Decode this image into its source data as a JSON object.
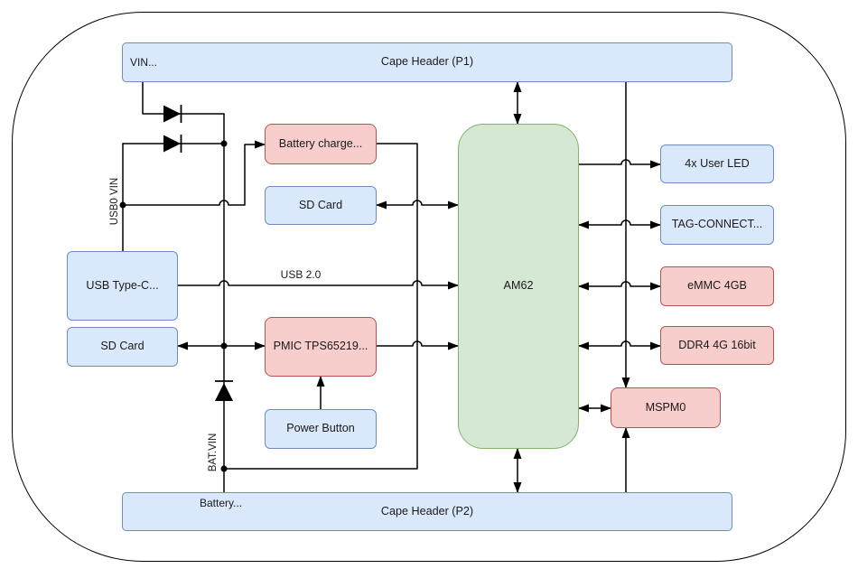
{
  "diagram": {
    "type": "block-diagram",
    "blocks": {
      "cape_header_p1": {
        "label": "Cape Header (P1)",
        "pin_label": "VIN...",
        "fill": "#dae8fc",
        "stroke": "#6c8ebf"
      },
      "cape_header_p2": {
        "label": "Cape Header (P2)",
        "pin_label": "Battery...",
        "fill": "#dae8fc",
        "stroke": "#6c8ebf"
      },
      "battery_charger": {
        "label": "Battery charge...",
        "fill": "#f8cecc",
        "stroke": "#b85450"
      },
      "sd_card_top": {
        "label": "SD Card",
        "fill": "#dae8fc",
        "stroke": "#6c8ebf"
      },
      "usb_type_c": {
        "label": "USB Type-C...",
        "fill": "#dae8fc",
        "stroke": "#6c8ebf"
      },
      "sd_card_left": {
        "label": "SD Card",
        "fill": "#dae8fc",
        "stroke": "#6c8ebf"
      },
      "pmic": {
        "label": "PMIC TPS65219...",
        "fill": "#f8cecc",
        "stroke": "#b85450"
      },
      "power_button": {
        "label": "Power Button",
        "fill": "#dae8fc",
        "stroke": "#6c8ebf"
      },
      "am62": {
        "label": "AM62",
        "fill": "#d5e8d4",
        "stroke": "#82b366"
      },
      "user_led": {
        "label": "4x User LED",
        "fill": "#dae8fc",
        "stroke": "#6c8ebf"
      },
      "tag_connect": {
        "label": "TAG-CONNECT...",
        "fill": "#dae8fc",
        "stroke": "#6c8ebf"
      },
      "emmc": {
        "label": "eMMC 4GB",
        "fill": "#f8cecc",
        "stroke": "#b85450"
      },
      "ddr4": {
        "label": "DDR4 4G 16bit",
        "fill": "#f8cecc",
        "stroke": "#b85450"
      },
      "mspm0": {
        "label": "MSPM0",
        "fill": "#f8cecc",
        "stroke": "#b85450"
      }
    },
    "net_labels": {
      "usb0_vin": "USB0 VIN",
      "bat_vin": "BAT.VIN",
      "usb2": "USB 2.0"
    },
    "connections": [
      {
        "from": "Cape Header (P1) VIN",
        "via": "diode",
        "to": "power rail",
        "arrows": "none"
      },
      {
        "from": "USB0 VIN",
        "via": "diode",
        "to": "power rail",
        "arrows": "none"
      },
      {
        "from": "USB0 VIN",
        "to": "USB Type-C...",
        "arrows": "none"
      },
      {
        "from": "USB0 VIN",
        "to": "Battery charge...",
        "arrows": "end"
      },
      {
        "from": "Battery charge...",
        "to": "BAT.VIN",
        "arrows": "none"
      },
      {
        "from": "BAT.VIN",
        "via": "diode",
        "to": "power rail",
        "arrows": "none"
      },
      {
        "from": "BAT.VIN",
        "to": "Cape Header (P2)",
        "arrows": "none"
      },
      {
        "from": "AM62",
        "to": "SD Card (upper)",
        "arrows": "both"
      },
      {
        "from": "USB Type-C...",
        "to": "AM62",
        "label": "USB 2.0",
        "arrows": "end"
      },
      {
        "from": "power rail",
        "to": "SD Card (left)",
        "arrows": "end"
      },
      {
        "from": "power rail",
        "to": "PMIC TPS65219...",
        "arrows": "end"
      },
      {
        "from": "PMIC TPS65219...",
        "to": "AM62",
        "arrows": "end"
      },
      {
        "from": "Power Button",
        "to": "PMIC TPS65219...",
        "arrows": "end"
      },
      {
        "from": "AM62",
        "to": "Cape Header (P1)",
        "arrows": "both"
      },
      {
        "from": "AM62",
        "to": "Cape Header (P2)",
        "arrows": "both"
      },
      {
        "from": "AM62",
        "to": "4x User LED",
        "arrows": "end"
      },
      {
        "from": "AM62",
        "to": "TAG-CONNECT...",
        "arrows": "both"
      },
      {
        "from": "AM62",
        "to": "eMMC 4GB",
        "arrows": "both"
      },
      {
        "from": "AM62",
        "to": "DDR4 4G 16bit",
        "arrows": "both"
      },
      {
        "from": "AM62",
        "to": "MSPM0",
        "arrows": "both"
      },
      {
        "from": "Cape Header (P1)",
        "to": "MSPM0",
        "arrows": "end"
      },
      {
        "from": "Cape Header (P2)",
        "to": "MSPM0",
        "arrows": "end"
      }
    ],
    "palette": {
      "blue_fill": "#dae8fc",
      "blue_stroke": "#6c8ebf",
      "red_fill": "#f8cecc",
      "red_stroke": "#b85450",
      "green_fill": "#d5e8d4",
      "green_stroke": "#82b366",
      "wire": "#000000",
      "background": "#ffffff"
    }
  }
}
